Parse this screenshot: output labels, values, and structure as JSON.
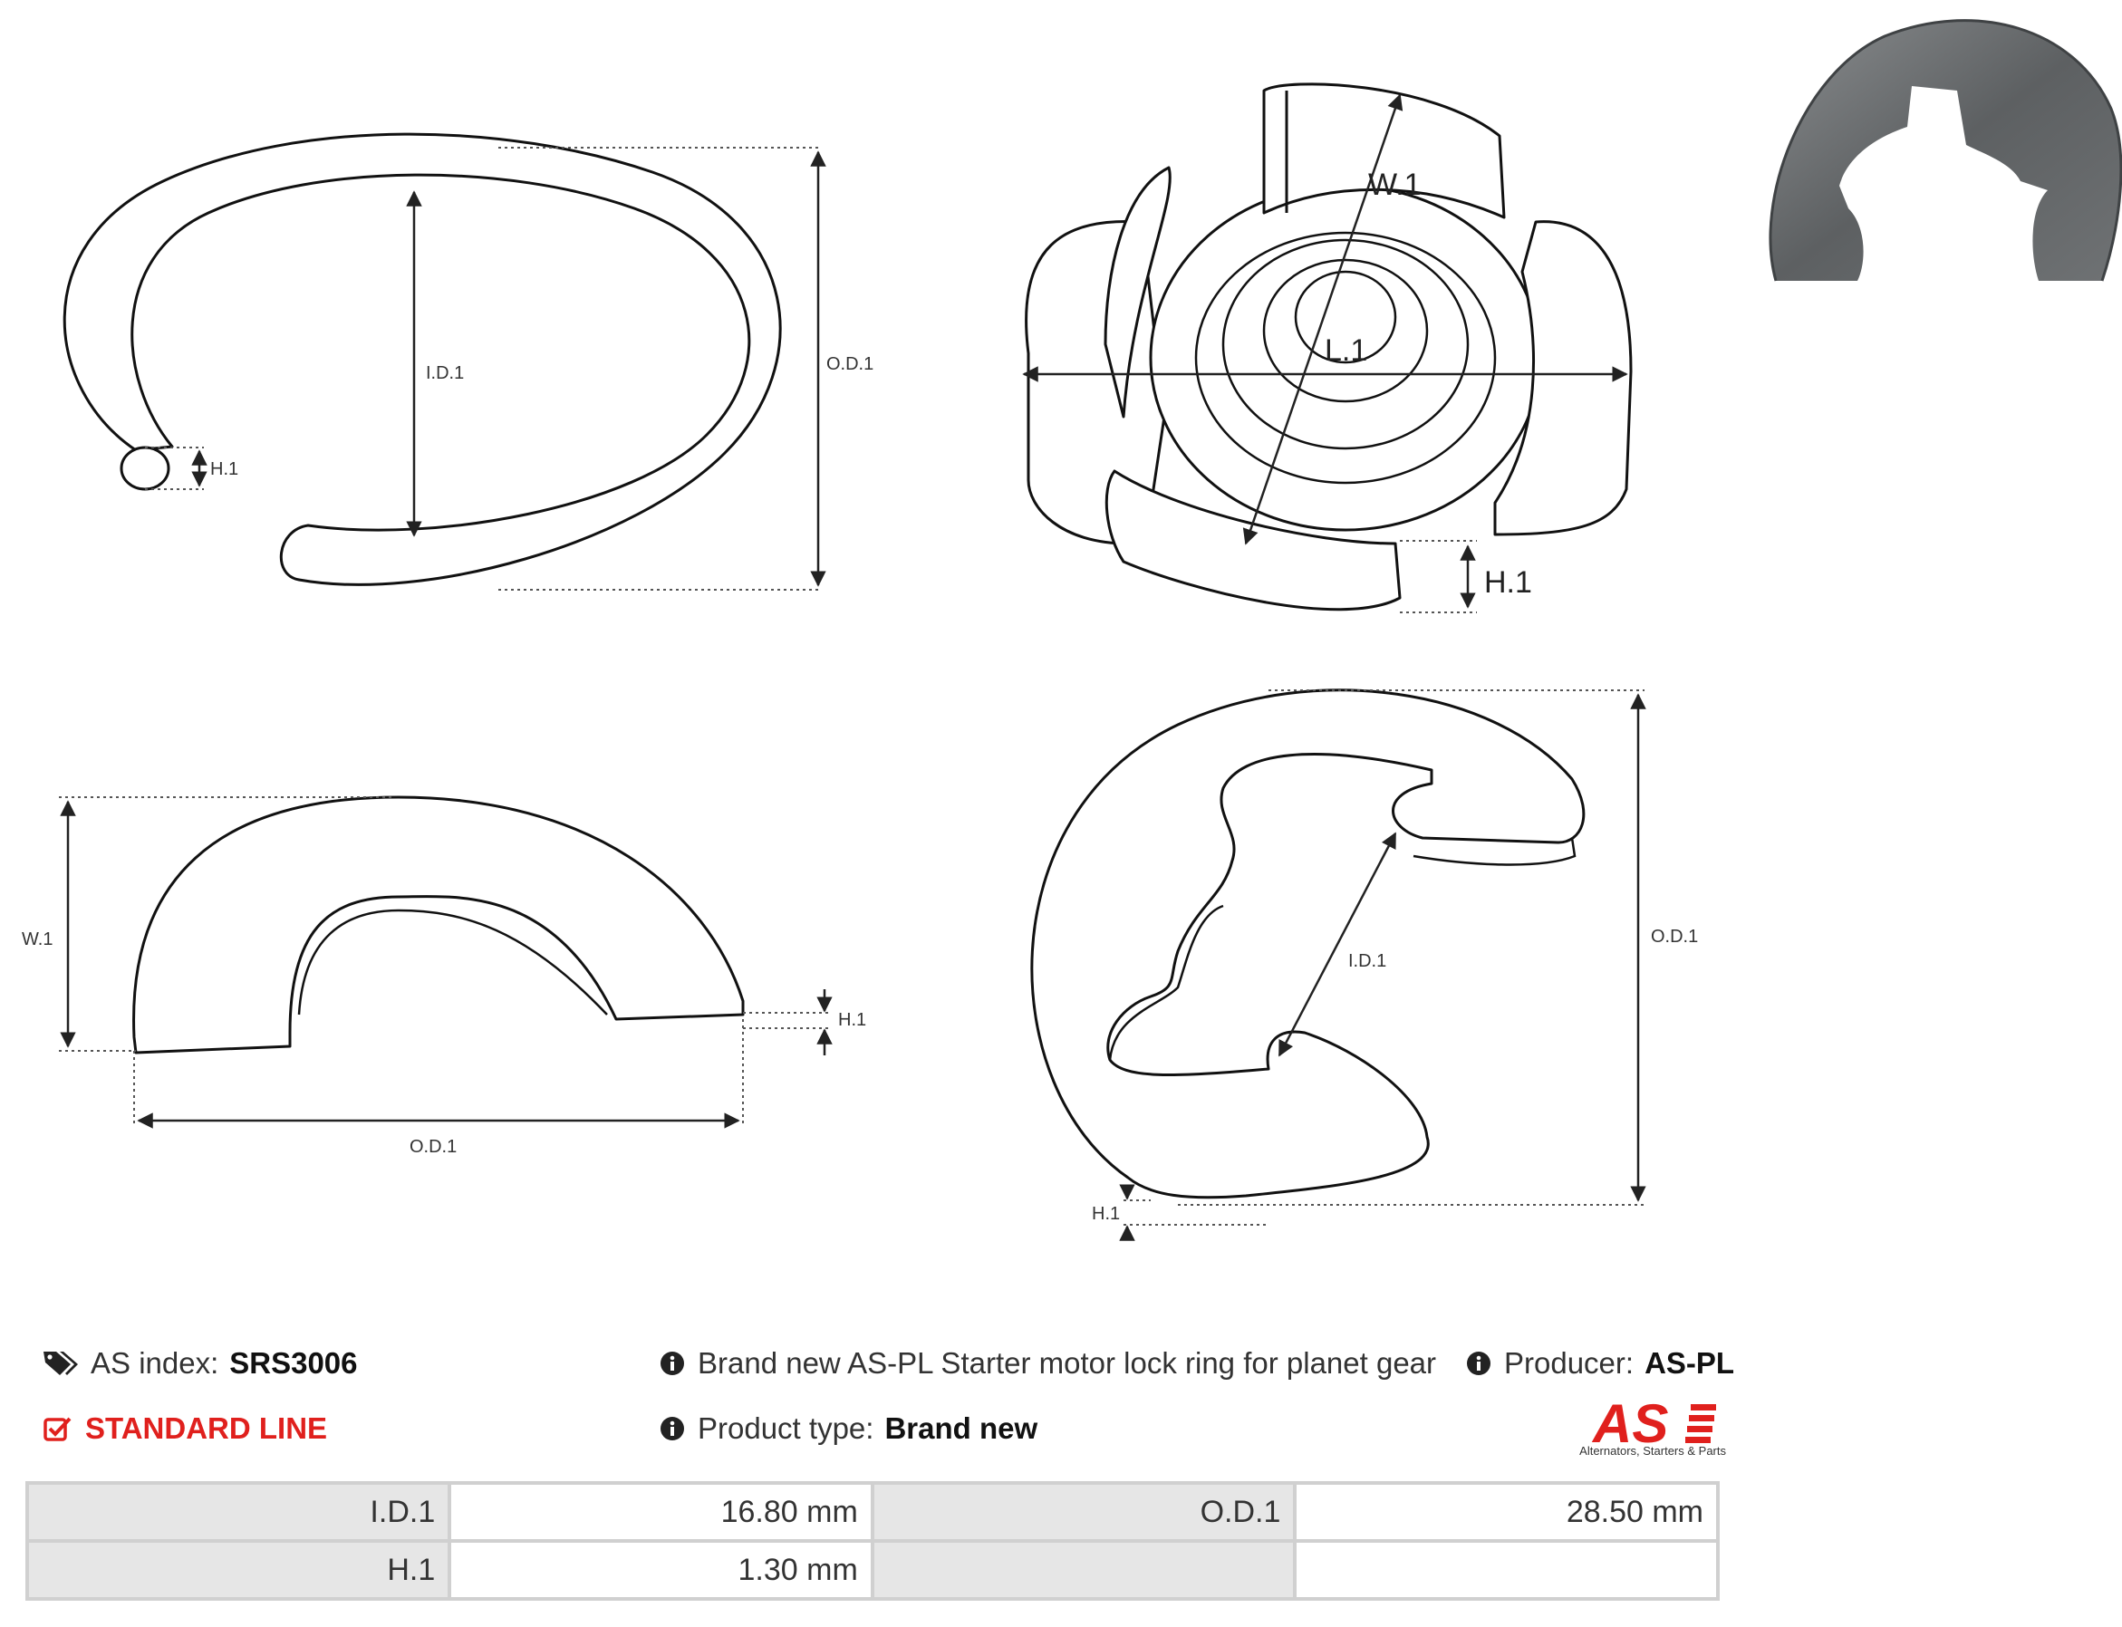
{
  "diagrams": {
    "ring_top": {
      "id": "I.D.1",
      "od": "O.D.1",
      "h": "H.1"
    },
    "ring_3d": {
      "w": "W.1",
      "l": "L.1",
      "h": "H.1"
    },
    "ring_side": {
      "w": "W.1",
      "h": "H.1",
      "od": "O.D.1"
    },
    "ring_e": {
      "id": "I.D.1",
      "od": "O.D.1",
      "h": "H.1"
    }
  },
  "info": {
    "as_index_label": "AS index:",
    "as_index_value": "SRS3006",
    "line_label": "STANDARD LINE",
    "description": "Brand new AS-PL Starter motor lock ring for planet gear",
    "product_type_label": "Product type:",
    "product_type_value": "Brand new",
    "producer_label": "Producer:",
    "producer_value": "AS-PL"
  },
  "logo": {
    "mark": "AS",
    "tagline": "Alternators, Starters & Parts"
  },
  "specs": [
    {
      "label": "I.D.1",
      "value": "16.80 mm",
      "label2": "O.D.1",
      "value2": "28.50 mm"
    },
    {
      "label": "H.1",
      "value": "1.30 mm",
      "label2": "",
      "value2": ""
    }
  ],
  "colors": {
    "accent_red": "#e0201d",
    "table_header": "#e6e6e6",
    "table_border": "#d0d0d0"
  }
}
